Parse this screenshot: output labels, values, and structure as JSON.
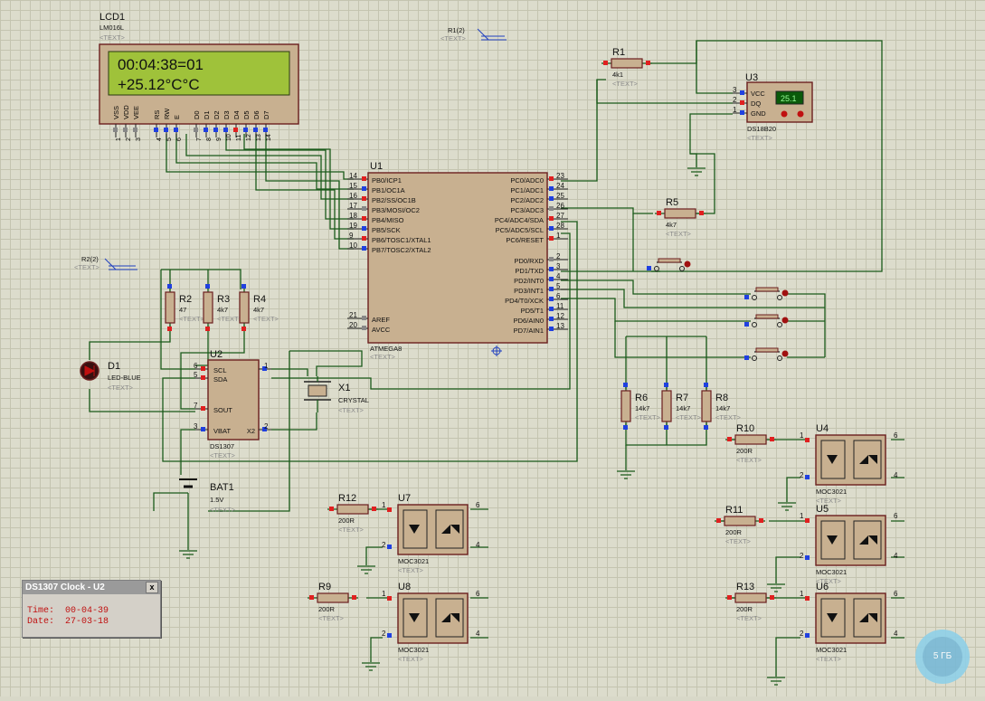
{
  "lcd": {
    "ref": "LCD1",
    "model": "LM016L",
    "text_tag": "<TEXT>",
    "line1": "00:04:38=01",
    "line2": "+25.12°C°C",
    "pins": [
      "VSS",
      "VDD",
      "VEE",
      "RS",
      "RW",
      "E",
      "D0",
      "D1",
      "D2",
      "D3",
      "D4",
      "D5",
      "D6",
      "D7"
    ],
    "pin_nums": [
      "1",
      "2",
      "3",
      "4",
      "5",
      "6",
      "7",
      "8",
      "9",
      "10",
      "11",
      "12",
      "13",
      "14"
    ]
  },
  "mcu": {
    "ref": "U1",
    "model": "ATMEGA8",
    "text_tag": "<TEXT>",
    "left_pins": [
      {
        "n": "14",
        "name": "PB0/ICP1"
      },
      {
        "n": "15",
        "name": "PB1/OC1A"
      },
      {
        "n": "16",
        "name": "PB2/SS/OC1B"
      },
      {
        "n": "17",
        "name": "PB3/MOSI/OC2"
      },
      {
        "n": "18",
        "name": "PB4/MISO"
      },
      {
        "n": "19",
        "name": "PB5/SCK"
      },
      {
        "n": "9",
        "name": "PB6/TOSC1/XTAL1"
      },
      {
        "n": "10",
        "name": "PB7/TOSC2/XTAL2"
      },
      {
        "n": "21",
        "name": "AREF"
      },
      {
        "n": "20",
        "name": "AVCC"
      }
    ],
    "right_pins": [
      {
        "n": "23",
        "name": "PC0/ADC0"
      },
      {
        "n": "24",
        "name": "PC1/ADC1"
      },
      {
        "n": "25",
        "name": "PC2/ADC2"
      },
      {
        "n": "26",
        "name": "PC3/ADC3"
      },
      {
        "n": "27",
        "name": "PC4/ADC4/SDA"
      },
      {
        "n": "28",
        "name": "PC5/ADC5/SCL"
      },
      {
        "n": "1",
        "name": "PC6/RESET"
      },
      {
        "n": "2",
        "name": "PD0/RXD"
      },
      {
        "n": "3",
        "name": "PD1/TXD"
      },
      {
        "n": "4",
        "name": "PD2/INT0"
      },
      {
        "n": "5",
        "name": "PD3/INT1"
      },
      {
        "n": "6",
        "name": "PD4/T0/XCK"
      },
      {
        "n": "11",
        "name": "PD5/T1"
      },
      {
        "n": "12",
        "name": "PD6/AIN0"
      },
      {
        "n": "13",
        "name": "PD7/AIN1"
      }
    ]
  },
  "rtc": {
    "ref": "U2",
    "model": "DS1307",
    "text_tag": "<TEXT>",
    "pins": [
      {
        "n": "6",
        "name": "SCL"
      },
      {
        "n": "5",
        "name": "SDA"
      },
      {
        "n": "7",
        "name": "SOUT"
      },
      {
        "n": "3",
        "name": "VBAT"
      },
      {
        "n": "1",
        "name": ""
      },
      {
        "n": "2",
        "name": "X2"
      }
    ]
  },
  "sensor": {
    "ref": "U3",
    "model": "DS18B20",
    "text_tag": "<TEXT>",
    "reading": "25.1",
    "pins": [
      {
        "n": "3",
        "name": "VCC"
      },
      {
        "n": "2",
        "name": "DQ"
      },
      {
        "n": "1",
        "name": "GND"
      }
    ]
  },
  "resistors": [
    {
      "ref": "R1",
      "value": "4k1"
    },
    {
      "ref": "R2",
      "value": "47"
    },
    {
      "ref": "R3",
      "value": "4k7"
    },
    {
      "ref": "R4",
      "value": "4k7"
    },
    {
      "ref": "R5",
      "value": "4k7"
    },
    {
      "ref": "R6",
      "value": "14k7"
    },
    {
      "ref": "R7",
      "value": "14k7"
    },
    {
      "ref": "R8",
      "value": "14k7"
    },
    {
      "ref": "R9",
      "value": "200R"
    },
    {
      "ref": "R10",
      "value": "200R"
    },
    {
      "ref": "R11",
      "value": "200R"
    },
    {
      "ref": "R12",
      "value": "200R"
    },
    {
      "ref": "R13",
      "value": "200R"
    }
  ],
  "opto": [
    {
      "ref": "U4",
      "model": "MOC3021"
    },
    {
      "ref": "U5",
      "model": "MOC3021"
    },
    {
      "ref": "U6",
      "model": "MOC3021"
    },
    {
      "ref": "U7",
      "model": "MOC3021"
    },
    {
      "ref": "U8",
      "model": "MOC3021"
    }
  ],
  "led": {
    "ref": "D1",
    "model": "LED-BLUE"
  },
  "crystal": {
    "ref": "X1",
    "model": "CRYSTAL"
  },
  "battery": {
    "ref": "BAT1",
    "value": "1.5V"
  },
  "probes": [
    {
      "label": "R1(2)"
    },
    {
      "label": "R2(2)"
    }
  ],
  "text_tag": "<TEXT>",
  "popup": {
    "title": "DS1307 Clock - U2",
    "close": "x",
    "time_label": "Time:",
    "time_value": "00-04-39",
    "date_label": "Date:",
    "date_value": "27-03-18"
  },
  "badge": {
    "label": "5 ГБ"
  },
  "colors": {
    "lcd_bg": "#9fc23a",
    "wire": "#1a5a1a",
    "body": "#c8b090",
    "outline": "#6b1f1f",
    "pin_red": "#e02020",
    "pin_blue": "#2040e0"
  }
}
